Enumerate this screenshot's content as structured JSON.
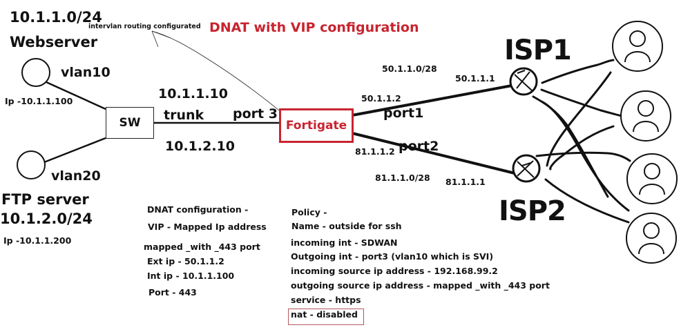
{
  "title": "DNAT with VIP configuration",
  "annotation": "intervlan routing configurated",
  "colors": {
    "accent_red": "#c8242f",
    "line": "#111111",
    "nat_box_border": "#b0595e"
  },
  "lan": {
    "webserver": {
      "subnet": "10.1.1.0/24",
      "name": "Webserver",
      "vlan": "vlan10",
      "ip": "Ip -10.1.1.100"
    },
    "ftp": {
      "vlan": "vlan20",
      "name": "FTP server",
      "subnet": "10.1.2.0/24",
      "ip": "Ip -10.1.1.200"
    },
    "switch": {
      "label": "SW"
    },
    "trunk": {
      "ip_top": "10.1.1.10",
      "label": "trunk",
      "ip_bottom": "10.1.2.10",
      "port": "port 3"
    }
  },
  "firewall": {
    "label": "Fortigate"
  },
  "wan": {
    "isp1": {
      "name": "ISP1",
      "subnet": "50.1.1.0/28",
      "gateway": "50.1.1.1",
      "fortigate_ip": "50.1.1.2",
      "port": "port1"
    },
    "isp2": {
      "name": "ISP2",
      "subnet": "81.1.1.0/28",
      "gateway": "81.1.1.1",
      "fortigate_ip": "81.1.1.2",
      "port": "port2"
    }
  },
  "users": [
    {
      "icon": "user-icon"
    },
    {
      "icon": "user-icon"
    },
    {
      "icon": "user-icon"
    },
    {
      "icon": "user-icon"
    }
  ],
  "dnat_config": {
    "heading": "DNAT configuration -",
    "vip": "VIP - Mapped Ip address",
    "name": "mapped _with _443 port",
    "ext_ip": "Ext ip - 50.1.1.2",
    "int_ip": "Int ip -  10.1.1.100",
    "port": "Port -   443"
  },
  "policy": {
    "heading": "Policy -",
    "name": "Name - outside for ssh",
    "incoming_int": "incoming int - SDWAN",
    "outgoing_int": "Outgoing int - port3 (vlan10 which is SVI)",
    "incoming_src": "incoming source ip address - 192.168.99.2",
    "outgoing_src": "outgoing source ip address - mapped _with _443 port",
    "service": "service -  https",
    "nat": "nat - disabled"
  }
}
